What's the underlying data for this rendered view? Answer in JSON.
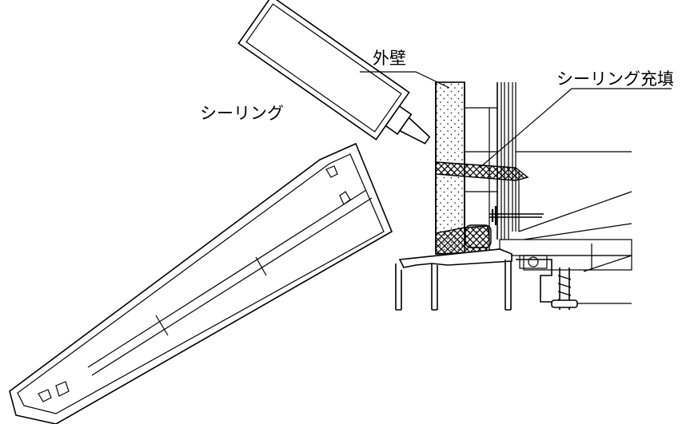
{
  "labels": {
    "exterior_wall": "外壁",
    "sealing": "シーリング",
    "sealing_fill": "シーリング充填"
  }
}
